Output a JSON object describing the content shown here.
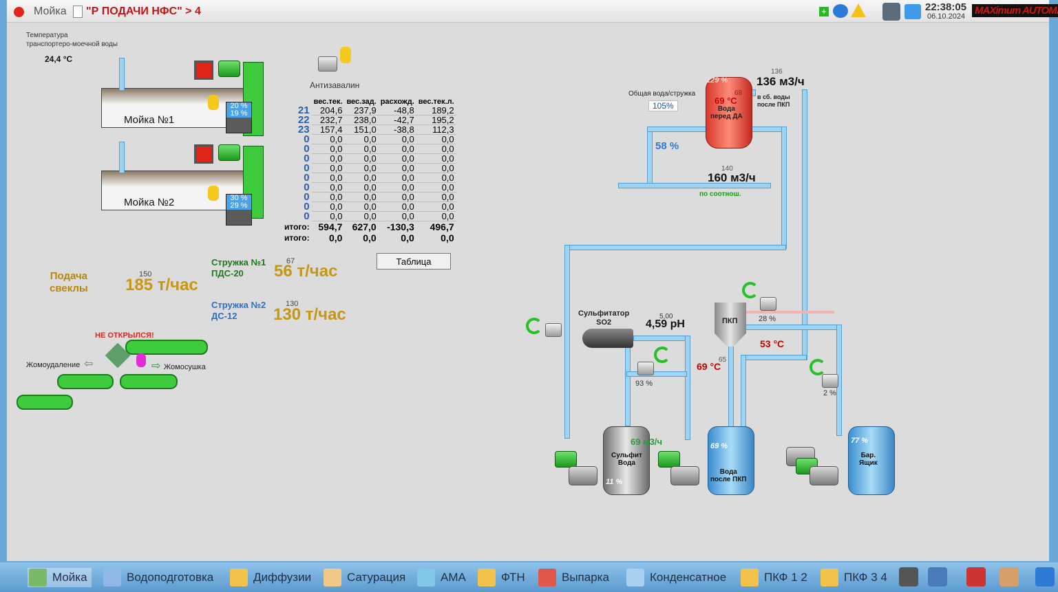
{
  "window": {
    "app_label": "Мойка",
    "screen_title": "\"Р ПОДАЧИ НФС\" > 4",
    "time": "22:38:05",
    "date": "06.10.2024",
    "brand": "MAXimum AUTOMATION"
  },
  "washer": {
    "temp_label": "Температура\nтранспортеро-моечной воды",
    "temp_value": "24,4 °C",
    "wash1": {
      "label": "Мойка №1",
      "pct_top": "20 %",
      "pct_bottom": "19 %"
    },
    "wash2": {
      "label": "Мойка №2",
      "pct_top": "30 %",
      "pct_bottom": "29 %"
    }
  },
  "antizavalin": {
    "label": "Антизавалин"
  },
  "weights_table": {
    "headers": [
      "вес.тек.",
      "вес.зад.",
      "расхожд.",
      "вес.тек.л."
    ],
    "rows": [
      {
        "id": "21",
        "v": [
          "204,6",
          "237,9",
          "-48,8",
          "189,2"
        ]
      },
      {
        "id": "22",
        "v": [
          "232,7",
          "238,0",
          "-42,7",
          "195,2"
        ]
      },
      {
        "id": "23",
        "v": [
          "157,4",
          "151,0",
          "-38,8",
          "112,3"
        ]
      },
      {
        "id": "0",
        "v": [
          "0,0",
          "0,0",
          "0,0",
          "0,0"
        ]
      },
      {
        "id": "0",
        "v": [
          "0,0",
          "0,0",
          "0,0",
          "0,0"
        ]
      },
      {
        "id": "0",
        "v": [
          "0,0",
          "0,0",
          "0,0",
          "0,0"
        ]
      },
      {
        "id": "0",
        "v": [
          "0,0",
          "0,0",
          "0,0",
          "0,0"
        ]
      },
      {
        "id": "0",
        "v": [
          "0,0",
          "0,0",
          "0,0",
          "0,0"
        ]
      },
      {
        "id": "0",
        "v": [
          "0,0",
          "0,0",
          "0,0",
          "0,0"
        ]
      },
      {
        "id": "0",
        "v": [
          "0,0",
          "0,0",
          "0,0",
          "0,0"
        ]
      },
      {
        "id": "0",
        "v": [
          "0,0",
          "0,0",
          "0,0",
          "0,0"
        ]
      },
      {
        "id": "0",
        "v": [
          "0,0",
          "0,0",
          "0,0",
          "0,0"
        ]
      }
    ],
    "total1": {
      "label": "итого:",
      "v": [
        "594,7",
        "627,0",
        "-130,3",
        "496,7"
      ]
    },
    "total2": {
      "label": "итого:",
      "v": [
        "0,0",
        "0,0",
        "0,0",
        "0,0"
      ]
    },
    "button_label": "Таблица"
  },
  "feed": {
    "beet_label": "Подача\nсвеклы",
    "beet_set": "150",
    "beet_value": "185 т/час",
    "chips1_label": "Стружка №1\nПДС-20",
    "chips1_set": "67",
    "chips1_value": "56 т/час",
    "chips2_label": "Стружка №2\nДС-12",
    "chips2_set": "130",
    "chips2_value": "130 т/час"
  },
  "pulp": {
    "alarm": "НЕ ОТКРЫЛСЯ!",
    "removal_label": "Жомоудаление",
    "dryer_label": "Жомосушка"
  },
  "water": {
    "ratio_label": "Общая вода/стружка",
    "ratio_value": "105%",
    "tank_da": {
      "label": "Вода\nперед ДА",
      "level": "129 %",
      "temp": "69 °C",
      "temp_set": "68"
    },
    "flow1_set": "136",
    "flow1_value": "136 м3/ч",
    "flow1_label": "в сб. воды\nпосле ПКП",
    "valve_pct": "58 %",
    "flow2_set": "140",
    "flow2_value": "160 м3/ч",
    "flow2_label": "по соотнош.",
    "sulfitator_label": "Сульфитатор\nSO2",
    "ph_set": "5,00",
    "ph_value": "4,59 pH",
    "pkp_label": "ПКП",
    "pkp_temp": "53 °C",
    "valve_pkp": "28 %",
    "temp2": "69 °C",
    "temp2_set": "65",
    "valve_sulf": "93 %",
    "valve_bar": "2 %",
    "flow3": "69 м3/ч",
    "tank_sulf": {
      "label": "Сульфит\nВода",
      "level": "11 %"
    },
    "tank_pkp": {
      "label": "Вода\nпосле ПКП",
      "level": "69 %"
    },
    "tank_bar": {
      "label": "Бар.\nЯщик",
      "level": "77 %"
    }
  },
  "taskbar": [
    "Мойка",
    "Водоподготовка",
    "Диффузии",
    "Сатурация",
    "АМА",
    "ФТН",
    "Выпарка",
    "Конденсатное",
    "ПКФ 1 2",
    "ПКФ 3 4"
  ],
  "colors": {
    "pipe": "#9fd3f2",
    "alarm": "#e0261a",
    "accent_gold": "#c8960f",
    "green": "#27c227"
  }
}
